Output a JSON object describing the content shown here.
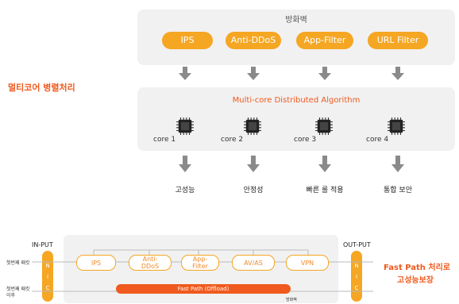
{
  "firewall": {
    "title": "방화벽",
    "modules": [
      "IPS",
      "Anti-DDoS",
      "App-Filter",
      "URL Filter"
    ]
  },
  "left_label": "멀티코어 병렬처리",
  "distributed": {
    "title": "Multi-core Distributed Algorithm",
    "cores": [
      "core 1",
      "core 2",
      "core 3",
      "core 4"
    ]
  },
  "results": [
    "고성능",
    "안정성",
    "빠른 룰 적용",
    "통합 보안"
  ],
  "bottom": {
    "input_label": "IN-PUT",
    "output_label": "OUT-PUT",
    "nic_text": "N I C",
    "row1_left": "첫번째 패킷",
    "row2_left_a": "첫번째 패킷",
    "row2_left_b": "이후",
    "modules": [
      "IPS",
      "Anti-DDoS",
      "App-Filter",
      "AV/AS",
      "VPN"
    ],
    "fast_path": "Fast Path (Offload)",
    "firewall_small": "방화벽"
  },
  "right_label_line1": "Fast Path 처리로",
  "right_label_line2": "고성능보장",
  "colors": {
    "accent": "#f5a623",
    "highlight": "#f05a1e",
    "panel": "#f1f1f1",
    "arrow": "#8a8a8a"
  }
}
